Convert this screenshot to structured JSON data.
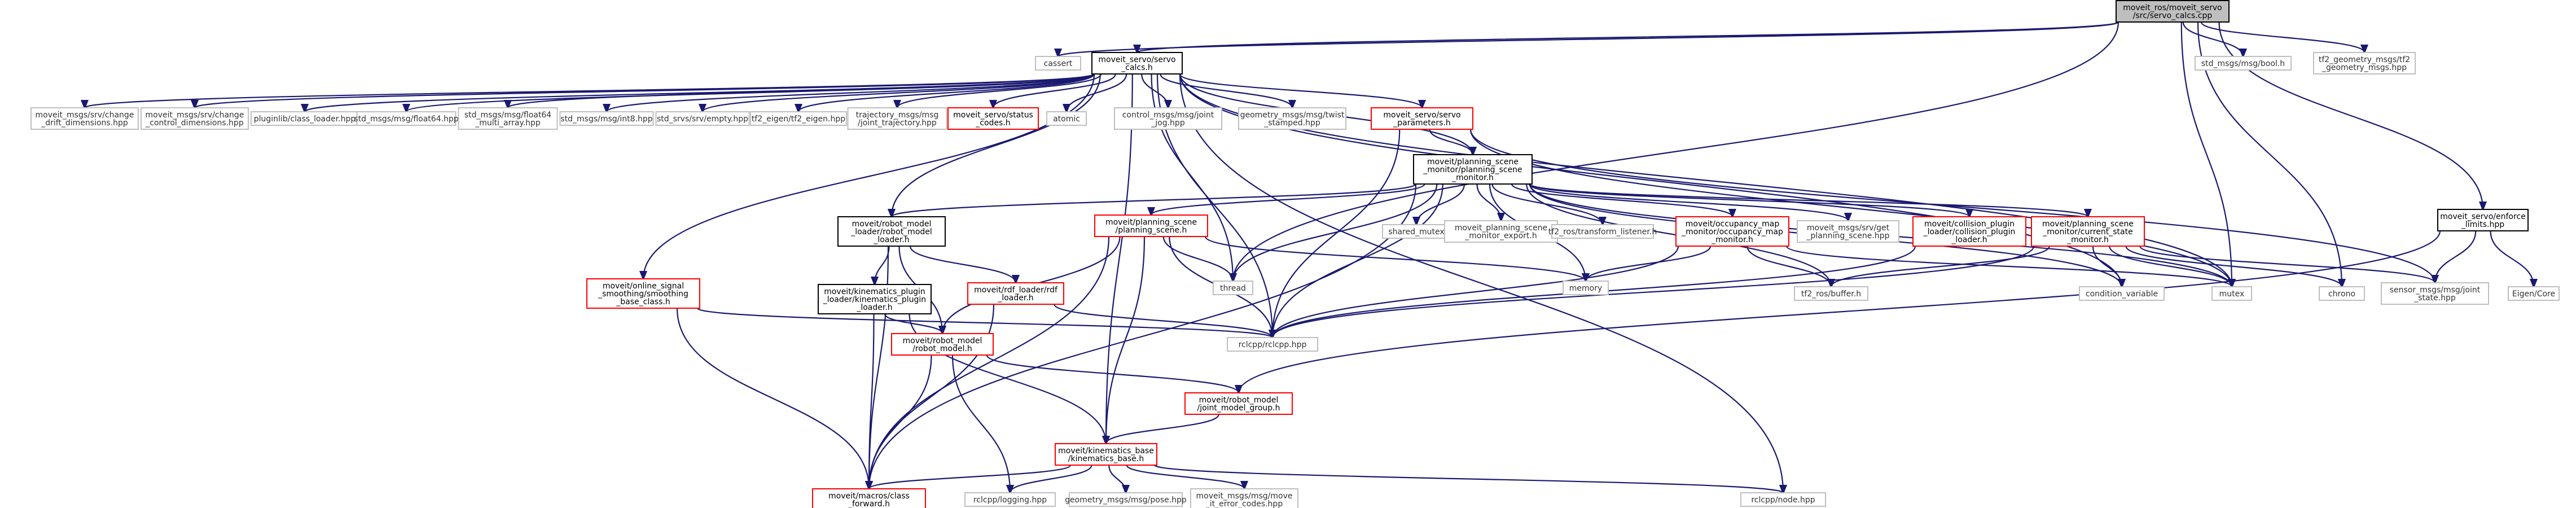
{
  "colors": {
    "edge": "#191970",
    "root_fill": "#bfbfbf",
    "documented_border": "#000000",
    "undocumented_border": "#ff0000",
    "external_border": "#bfbfbf"
  },
  "nodes": {
    "root": {
      "lines": [
        "moveit_ros/moveit_servo",
        "/src/servo_calcs.cpp"
      ],
      "kind": "root"
    },
    "cassert": {
      "lines": [
        "cassert"
      ],
      "kind": "gray"
    },
    "servo_calcs_h": {
      "lines": [
        "moveit_servo/servo",
        "_calcs.h"
      ],
      "kind": "black"
    },
    "bool_msg": {
      "lines": [
        "std_msgs/msg/bool.h"
      ],
      "kind": "gray"
    },
    "tf2_geometry": {
      "lines": [
        "tf2_geometry_msgs/tf2",
        "_geometry_msgs.hpp"
      ],
      "kind": "gray"
    },
    "change_drift": {
      "lines": [
        "moveit_msgs/srv/change",
        "_drift_dimensions.hpp"
      ],
      "kind": "gray"
    },
    "change_control": {
      "lines": [
        "moveit_msgs/srv/change",
        "_control_dimensions.hpp"
      ],
      "kind": "gray"
    },
    "pluginlib": {
      "lines": [
        "pluginlib/class_loader.hpp"
      ],
      "kind": "gray"
    },
    "float64": {
      "lines": [
        "std_msgs/msg/float64.hpp"
      ],
      "kind": "gray"
    },
    "float64_multi": {
      "lines": [
        "std_msgs/msg/float64",
        "_multi_array.hpp"
      ],
      "kind": "gray"
    },
    "int8": {
      "lines": [
        "std_msgs/msg/int8.hpp"
      ],
      "kind": "gray"
    },
    "empty": {
      "lines": [
        "std_srvs/srv/empty.hpp"
      ],
      "kind": "gray"
    },
    "tf2_eigen": {
      "lines": [
        "tf2_eigen/tf2_eigen.hpp"
      ],
      "kind": "gray"
    },
    "joint_traj": {
      "lines": [
        "trajectory_msgs/msg",
        "/joint_trajectory.hpp"
      ],
      "kind": "gray"
    },
    "status_codes": {
      "lines": [
        "moveit_servo/status",
        "_codes.h"
      ],
      "kind": "red"
    },
    "atomic": {
      "lines": [
        "atomic"
      ],
      "kind": "gray"
    },
    "joint_jog": {
      "lines": [
        "control_msgs/msg/joint",
        "_jog.hpp"
      ],
      "kind": "gray"
    },
    "twist_stamped": {
      "lines": [
        "geometry_msgs/msg/twist",
        "_stamped.hpp"
      ],
      "kind": "gray"
    },
    "servo_params": {
      "lines": [
        "moveit_servo/servo",
        "_parameters.h"
      ],
      "kind": "red"
    },
    "enforce_limits": {
      "lines": [
        "moveit_servo/enforce",
        "_limits.hpp"
      ],
      "kind": "black"
    },
    "psm": {
      "lines": [
        "moveit/planning_scene",
        "_monitor/planning_scene",
        "_monitor.h"
      ],
      "kind": "black"
    },
    "rml_loader": {
      "lines": [
        "moveit/robot_model",
        "_loader/robot_model",
        "_loader.h"
      ],
      "kind": "black"
    },
    "smoothing": {
      "lines": [
        "moveit/online_signal",
        "_smoothing/smoothing",
        "_base_class.h"
      ],
      "kind": "red"
    },
    "kin_loader": {
      "lines": [
        "moveit/kinematics_plugin",
        "_loader/kinematics_plugin",
        "_loader.h"
      ],
      "kind": "black"
    },
    "rdf_loader": {
      "lines": [
        "moveit/rdf_loader/rdf",
        "_loader.h"
      ],
      "kind": "red"
    },
    "planning_scene": {
      "lines": [
        "moveit/planning_scene",
        "/planning_scene.h"
      ],
      "kind": "red"
    },
    "shared_mutex": {
      "lines": [
        "shared_mutex"
      ],
      "kind": "gray"
    },
    "ps_export": {
      "lines": [
        "moveit_planning_scene",
        "_monitor_export.h"
      ],
      "kind": "gray"
    },
    "tf2_listener": {
      "lines": [
        "tf2_ros/transform_listener.h"
      ],
      "kind": "gray"
    },
    "occupancy": {
      "lines": [
        "moveit/occupancy_map",
        "_monitor/occupancy_map",
        "_monitor.h"
      ],
      "kind": "red"
    },
    "get_ps": {
      "lines": [
        "moveit_msgs/srv/get",
        "_planning_scene.hpp"
      ],
      "kind": "gray"
    },
    "collision_loader": {
      "lines": [
        "moveit/collision_plugin",
        "_loader/collision_plugin",
        "_loader.h"
      ],
      "kind": "red"
    },
    "csm": {
      "lines": [
        "moveit/planning_scene",
        "_monitor/current_state",
        "_monitor.h"
      ],
      "kind": "red"
    },
    "eigen_core": {
      "lines": [
        "Eigen/Core"
      ],
      "kind": "gray"
    },
    "robot_model": {
      "lines": [
        "moveit/robot_model",
        "/robot_model.h"
      ],
      "kind": "red"
    },
    "thread": {
      "lines": [
        "thread"
      ],
      "kind": "gray"
    },
    "memory": {
      "lines": [
        "memory"
      ],
      "kind": "gray"
    },
    "tf2_buffer": {
      "lines": [
        "tf2_ros/buffer.h"
      ],
      "kind": "gray"
    },
    "cond_var": {
      "lines": [
        "condition_variable"
      ],
      "kind": "gray"
    },
    "mutex": {
      "lines": [
        "mutex"
      ],
      "kind": "gray"
    },
    "chrono": {
      "lines": [
        "chrono"
      ],
      "kind": "gray"
    },
    "joint_state": {
      "lines": [
        "sensor_msgs/msg/joint",
        "_state.hpp"
      ],
      "kind": "gray"
    },
    "rclcpp": {
      "lines": [
        "rclcpp/rclcpp.hpp"
      ],
      "kind": "gray"
    },
    "jmg": {
      "lines": [
        "moveit/robot_model",
        "/joint_model_group.h"
      ],
      "kind": "red"
    },
    "kin_base": {
      "lines": [
        "moveit/kinematics_base",
        "/kinematics_base.h"
      ],
      "kind": "red"
    },
    "class_forward": {
      "lines": [
        "moveit/macros/class",
        "_forward.h"
      ],
      "kind": "red"
    },
    "logging": {
      "lines": [
        "rclcpp/logging.hpp"
      ],
      "kind": "gray"
    },
    "pose": {
      "lines": [
        "geometry_msgs/msg/pose.hpp"
      ],
      "kind": "gray"
    },
    "error_codes": {
      "lines": [
        "moveit_msgs/msg/move",
        "_it_error_codes.hpp"
      ],
      "kind": "gray"
    },
    "node": {
      "lines": [
        "rclcpp/node.hpp"
      ],
      "kind": "gray"
    }
  },
  "edges": [
    [
      "root",
      "cassert"
    ],
    [
      "root",
      "servo_calcs_h"
    ],
    [
      "root",
      "bool_msg"
    ],
    [
      "root",
      "tf2_geometry"
    ],
    [
      "root",
      "enforce_limits"
    ],
    [
      "root",
      "thread"
    ],
    [
      "root",
      "mutex"
    ],
    [
      "root",
      "chrono"
    ],
    [
      "servo_calcs_h",
      "change_drift"
    ],
    [
      "servo_calcs_h",
      "change_control"
    ],
    [
      "servo_calcs_h",
      "pluginlib"
    ],
    [
      "servo_calcs_h",
      "float64"
    ],
    [
      "servo_calcs_h",
      "float64_multi"
    ],
    [
      "servo_calcs_h",
      "int8"
    ],
    [
      "servo_calcs_h",
      "empty"
    ],
    [
      "servo_calcs_h",
      "tf2_eigen"
    ],
    [
      "servo_calcs_h",
      "joint_traj"
    ],
    [
      "servo_calcs_h",
      "status_codes"
    ],
    [
      "servo_calcs_h",
      "atomic"
    ],
    [
      "servo_calcs_h",
      "joint_jog"
    ],
    [
      "servo_calcs_h",
      "twist_stamped"
    ],
    [
      "servo_calcs_h",
      "servo_params"
    ],
    [
      "servo_calcs_h",
      "psm"
    ],
    [
      "servo_calcs_h",
      "rml_loader"
    ],
    [
      "servo_calcs_h",
      "smoothing"
    ],
    [
      "servo_calcs_h",
      "kin_base"
    ],
    [
      "servo_calcs_h",
      "rclcpp"
    ],
    [
      "servo_calcs_h",
      "thread"
    ],
    [
      "servo_calcs_h",
      "mutex"
    ],
    [
      "servo_calcs_h",
      "cond_var"
    ],
    [
      "servo_calcs_h",
      "node"
    ],
    [
      "servo_params",
      "psm"
    ],
    [
      "servo_params",
      "rclcpp"
    ],
    [
      "servo_params",
      "mutex"
    ],
    [
      "servo_params",
      "joint_state"
    ],
    [
      "enforce_limits",
      "joint_state"
    ],
    [
      "enforce_limits",
      "eigen_core"
    ],
    [
      "enforce_limits",
      "jmg"
    ],
    [
      "psm",
      "rml_loader"
    ],
    [
      "psm",
      "planning_scene"
    ],
    [
      "psm",
      "shared_mutex"
    ],
    [
      "psm",
      "ps_export"
    ],
    [
      "psm",
      "tf2_listener"
    ],
    [
      "psm",
      "occupancy"
    ],
    [
      "psm",
      "get_ps"
    ],
    [
      "psm",
      "collision_loader"
    ],
    [
      "psm",
      "csm"
    ],
    [
      "psm",
      "thread"
    ],
    [
      "psm",
      "memory"
    ],
    [
      "psm",
      "tf2_buffer"
    ],
    [
      "psm",
      "cond_var"
    ],
    [
      "psm",
      "mutex"
    ],
    [
      "psm",
      "rclcpp"
    ],
    [
      "psm",
      "class_forward"
    ],
    [
      "rml_loader",
      "kin_loader"
    ],
    [
      "rml_loader",
      "rdf_loader"
    ],
    [
      "rml_loader",
      "robot_model"
    ],
    [
      "rml_loader",
      "class_forward"
    ],
    [
      "smoothing",
      "rclcpp"
    ],
    [
      "smoothing",
      "class_forward"
    ],
    [
      "kin_loader",
      "robot_model"
    ],
    [
      "kin_loader",
      "kin_base"
    ],
    [
      "kin_loader",
      "class_forward"
    ],
    [
      "rdf_loader",
      "rclcpp"
    ],
    [
      "rdf_loader",
      "class_forward"
    ],
    [
      "planning_scene",
      "robot_model"
    ],
    [
      "planning_scene",
      "kin_base"
    ],
    [
      "planning_scene",
      "thread"
    ],
    [
      "planning_scene",
      "memory"
    ],
    [
      "planning_scene",
      "rclcpp"
    ],
    [
      "planning_scene",
      "class_forward"
    ],
    [
      "occupancy",
      "memory"
    ],
    [
      "occupancy",
      "tf2_buffer"
    ],
    [
      "occupancy",
      "mutex"
    ],
    [
      "occupancy",
      "rclcpp"
    ],
    [
      "collision_loader",
      "rclcpp"
    ],
    [
      "csm",
      "tf2_buffer"
    ],
    [
      "csm",
      "cond_var"
    ],
    [
      "csm",
      "mutex"
    ],
    [
      "csm",
      "chrono"
    ],
    [
      "csm",
      "joint_state"
    ],
    [
      "csm",
      "rclcpp"
    ],
    [
      "robot_model",
      "jmg"
    ],
    [
      "robot_model",
      "logging"
    ],
    [
      "robot_model",
      "class_forward"
    ],
    [
      "jmg",
      "kin_base"
    ],
    [
      "kin_base",
      "class_forward"
    ],
    [
      "kin_base",
      "logging"
    ],
    [
      "kin_base",
      "pose"
    ],
    [
      "kin_base",
      "error_codes"
    ],
    [
      "kin_base",
      "node"
    ]
  ]
}
